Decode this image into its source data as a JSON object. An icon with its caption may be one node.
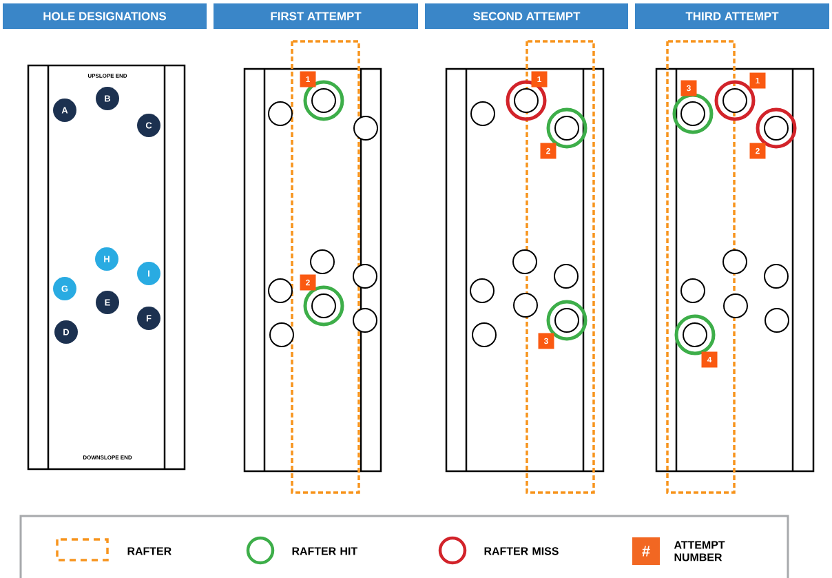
{
  "diagram": {
    "nodes": [
      {
        "text": [
          "HOLE DESIGNATIONS"
        ]
      },
      {
        "text": [
          "FIRST ATTEMPT"
        ]
      },
      {
        "text": [
          "SECOND ATTEMPT"
        ]
      },
      {
        "text": [
          "THIRD ATTEMPT"
        ]
      },
      {
        "text": [],
        "shape": "box"
      },
      {
        "text": [
          "B"
        ],
        "in": 4
      },
      {
        "text": [
          "A"
        ],
        "in": 4
      },
      {
        "text": [
          "C"
        ],
        "in": 4
      },
      {
        "text": [
          "H"
        ],
        "in": 4
      },
      {
        "text": [
          "I"
        ],
        "in": 4
      },
      {
        "text": [
          "G"
        ],
        "in": 4
      },
      {
        "text": [
          "E"
        ],
        "in": 4
      },
      {
        "text": [
          "F"
        ],
        "in": 4
      },
      {
        "text": [
          "D"
        ],
        "in": 4
      },
      {
        "text": [],
        "shape": "box"
      },
      {
        "text": [],
        "shape": "circle",
        "in": 14
      },
      {
        "text": [],
        "shape": "circle",
        "in": 14
      },
      {
        "text": [],
        "shape": "circle",
        "in": 14
      },
      {
        "text": [],
        "shape": "circle",
        "in": 14
      },
      {
        "text": [],
        "shape": "circle",
        "in": 14
      },
      {
        "text": [],
        "shape": "circle",
        "in": 14
      },
      {
        "text": [],
        "shape": "circle",
        "in": 14
      },
      {
        "text": [],
        "shape": "circle",
        "in": 14
      },
      {
        "text": [],
        "shape": "circle",
        "in": 14
      },
      {
        "text": [
          "1"
        ],
        "in": 14
      },
      {
        "text": [
          "2"
        ],
        "in": 14
      },
      {
        "text": [],
        "shape": "box"
      },
      {
        "text": [],
        "shape": "circle",
        "in": 26
      },
      {
        "text": [],
        "shape": "circle",
        "in": 26
      },
      {
        "text": [],
        "shape": "circle",
        "in": 26
      },
      {
        "text": [],
        "shape": "circle",
        "in": 26
      },
      {
        "text": [],
        "shape": "circle",
        "in": 26
      },
      {
        "text": [],
        "shape": "circle",
        "in": 26
      },
      {
        "text": [],
        "shape": "circle",
        "in": 26
      },
      {
        "text": [],
        "shape": "circle",
        "in": 26
      },
      {
        "text": [],
        "shape": "circle",
        "in": 26
      },
      {
        "text": [
          "1"
        ],
        "in": 26
      },
      {
        "text": [
          "2"
        ],
        "in": 26
      },
      {
        "text": [
          "3"
        ],
        "in": 26
      },
      {
        "text": [],
        "shape": "box"
      },
      {
        "text": [],
        "shape": "circle",
        "in": 39
      },
      {
        "text": [],
        "shape": "circle",
        "in": 39
      },
      {
        "text": [],
        "shape": "circle",
        "in": 39
      },
      {
        "text": [],
        "shape": "circle",
        "in": 39
      },
      {
        "text": [],
        "shape": "circle",
        "in": 39
      },
      {
        "text": [],
        "shape": "circle",
        "in": 39
      },
      {
        "text": [],
        "shape": "circle",
        "in": 39
      },
      {
        "text": [],
        "shape": "circle",
        "in": 39
      },
      {
        "text": [],
        "shape": "circle",
        "in": 39
      },
      {
        "text": [
          "3"
        ],
        "in": 39
      },
      {
        "text": [
          "1"
        ],
        "in": 39
      },
      {
        "text": [
          "2"
        ],
        "in": 39
      },
      {
        "text": [
          "4"
        ],
        "in": 39
      }
    ],
    "labels": [
      "UPSLOPE END",
      "DOWNSLOPE END",
      "#"
    ],
    "legend": [
      {
        "text": "RAFTER"
      },
      {
        "text": "RAFTER HIT"
      },
      {
        "text": "RAFTER MISS"
      },
      {
        "text": "ATTEMPT NUMBER",
        "color": "#f26722"
      }
    ]
  }
}
